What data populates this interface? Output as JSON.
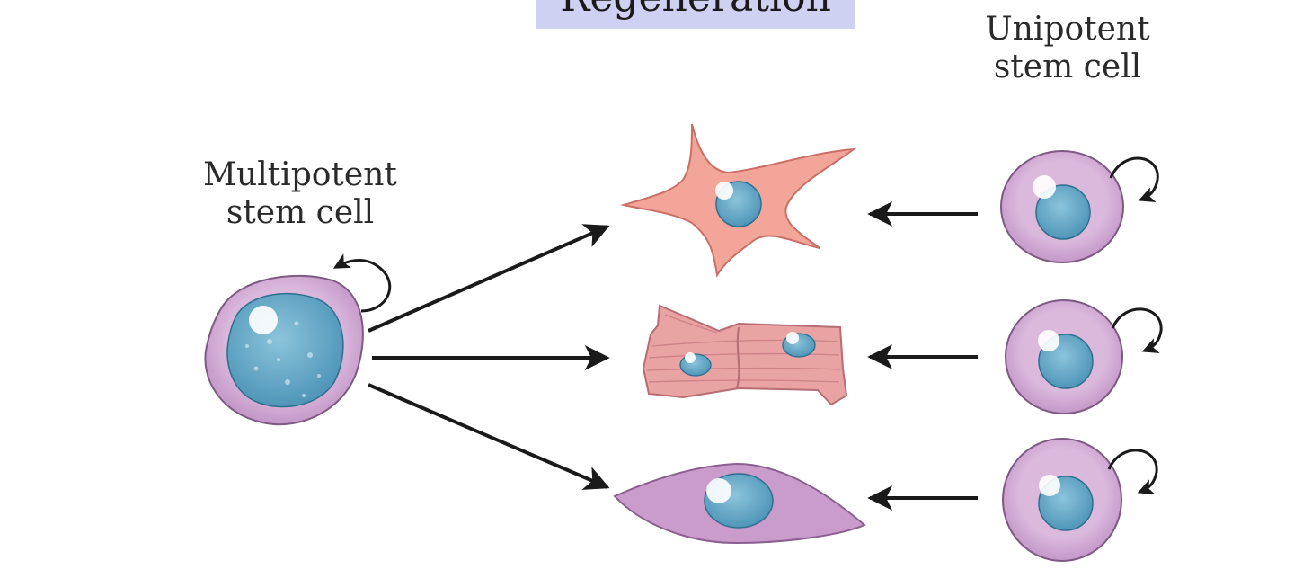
{
  "title": "Regeneration",
  "labels": {
    "multipotent_line1": "Multipotent",
    "multipotent_line2": "stem cell",
    "unipotent_line1": "Unipotent",
    "unipotent_line2": "stem cell"
  },
  "colors": {
    "title_highlight": "#cfd1f2",
    "stem_cell_cytoplasm": "#cfa6d1",
    "nucleus": "#5fa6c6",
    "star_cell": "#f3a59a",
    "muscle_cell": "#e9a3a3",
    "spindle_cell": "#c99ccc",
    "arrow": "#1a1a1a"
  }
}
